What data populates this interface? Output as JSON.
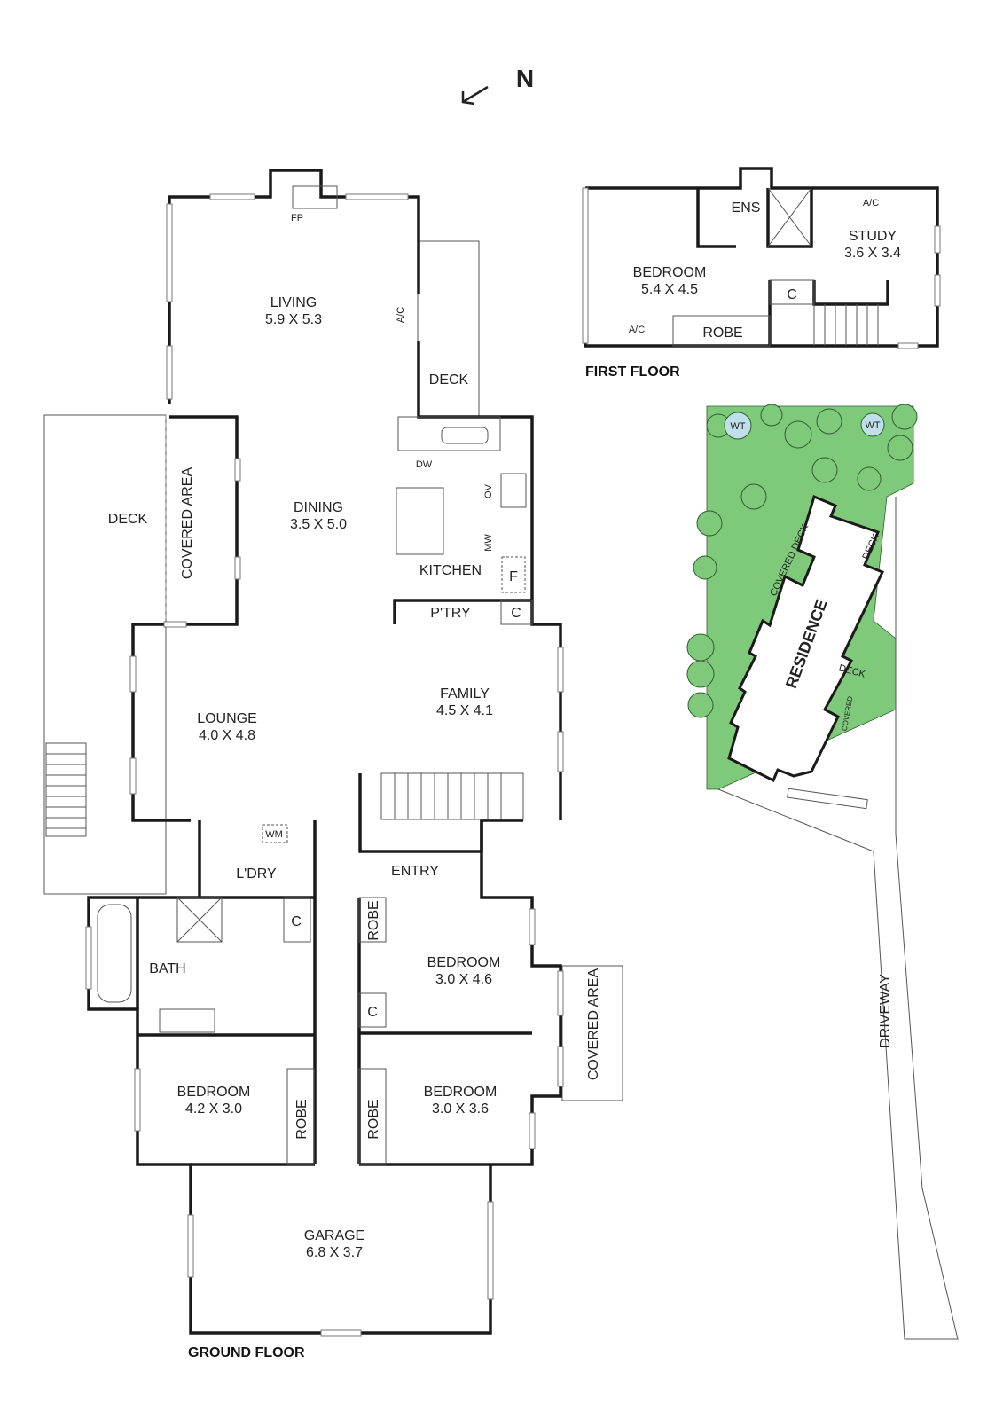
{
  "north": {
    "label": "N",
    "icon": "north-arrow-icon"
  },
  "ground_floor": {
    "title": "GROUND FLOOR",
    "rooms": [
      {
        "name": "LIVING",
        "size": "5.9 X 5.3"
      },
      {
        "name": "DINING",
        "size": "3.5 X 5.0"
      },
      {
        "name": "LOUNGE",
        "size": "4.0 X 4.8"
      },
      {
        "name": "FAMILY",
        "size": "4.5 X 4.1"
      },
      {
        "name": "BEDROOM",
        "size": "3.0 X 4.6"
      },
      {
        "name": "BEDROOM",
        "size": "4.2 X 3.0"
      },
      {
        "name": "BEDROOM",
        "size": "3.0 X 3.6"
      },
      {
        "name": "GARAGE",
        "size": "6.8 X 3.7"
      }
    ],
    "labels": {
      "fp": "FP",
      "ac": "A/C",
      "deck_right": "DECK",
      "deck_left": "DECK",
      "covered_area_left": "COVERED AREA",
      "covered_area_right": "COVERED AREA",
      "dw": "DW",
      "ov": "OV",
      "mw": "MW",
      "kitchen": "KITCHEN",
      "f": "F",
      "pantry": "P'TRY",
      "c_kitchen": "C",
      "wm": "WM",
      "laundry": "L'DRY",
      "entry": "ENTRY",
      "bath": "BATH",
      "c_hall": "C",
      "c_hall2": "C",
      "robe1": "ROBE",
      "robe2": "ROBE",
      "robe3": "ROBE"
    }
  },
  "first_floor": {
    "title": "FIRST FLOOR",
    "rooms": [
      {
        "name": "BEDROOM",
        "size": "5.4 X 4.5"
      },
      {
        "name": "STUDY",
        "size": "3.6 X 3.4"
      }
    ],
    "labels": {
      "ens": "ENS",
      "ac1": "A/C",
      "ac2": "A/C",
      "robe": "ROBE",
      "c": "C"
    }
  },
  "site_plan": {
    "residence": "RESIDENCE",
    "covered_deck": "COVERED DECK",
    "deck1": "DECK",
    "deck2": "DECK",
    "covered": "COVERED",
    "wt1": "WT",
    "wt2": "WT",
    "driveway": "DRIVEWAY",
    "colors": {
      "garden": "#7fc97a",
      "water_tank": "#bfe0ea",
      "wall": "#1a1a1a"
    }
  }
}
